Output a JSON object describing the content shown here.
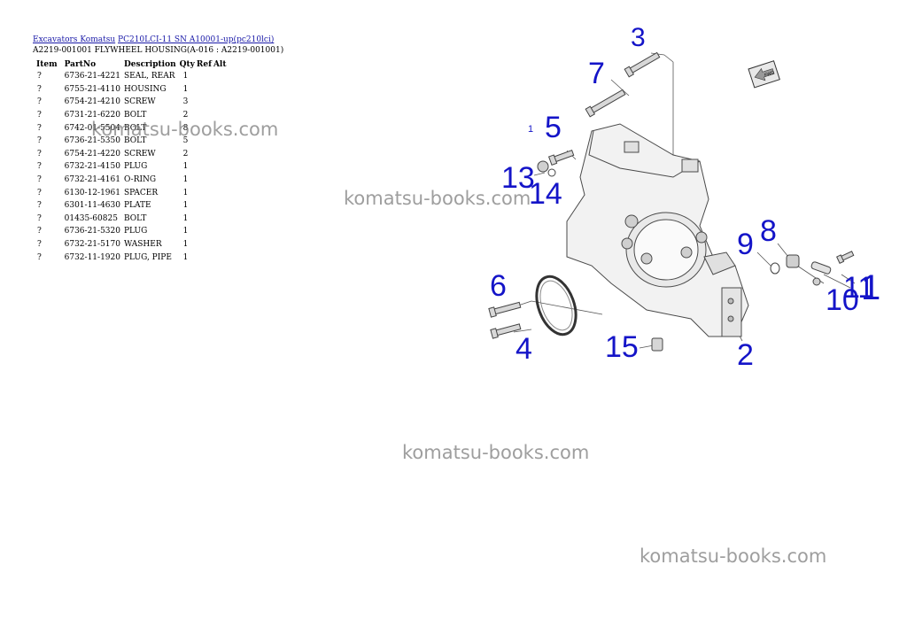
{
  "breadcrumb": {
    "links": [
      "Excavators Komatsu",
      "PC210LCI-11 SN A10001-up(pc210lci)"
    ]
  },
  "subtitle": "A2219-001001 FLYWHEEL HOUSING(A-016 : A2219-001001)",
  "table": {
    "headers": [
      "Item",
      "PartNo",
      "Description",
      "Qty",
      "Ref",
      "Alt"
    ],
    "rows": [
      {
        "item": "?",
        "part_no": "6736-21-4221",
        "description": "SEAL, REAR",
        "qty": "1"
      },
      {
        "item": "?",
        "part_no": "6755-21-4110",
        "description": "HOUSING",
        "qty": "1"
      },
      {
        "item": "?",
        "part_no": "6754-21-4210",
        "description": "SCREW",
        "qty": "3"
      },
      {
        "item": "?",
        "part_no": "6731-21-6220",
        "description": "BOLT",
        "qty": "2"
      },
      {
        "item": "?",
        "part_no": "6742-01-5504",
        "description": "BOLT",
        "qty": "8"
      },
      {
        "item": "?",
        "part_no": "6736-21-5350",
        "description": "BOLT",
        "qty": "5"
      },
      {
        "item": "?",
        "part_no": "6754-21-4220",
        "description": "SCREW",
        "qty": "2"
      },
      {
        "item": "?",
        "part_no": "6732-21-4150",
        "description": "PLUG",
        "qty": "1"
      },
      {
        "item": "?",
        "part_no": "6732-21-4161",
        "description": "O-RING",
        "qty": "1"
      },
      {
        "item": "?",
        "part_no": "6130-12-1961",
        "description": "SPACER",
        "qty": "1"
      },
      {
        "item": "?",
        "part_no": "6301-11-4630",
        "description": "PLATE",
        "qty": "1"
      },
      {
        "item": "?",
        "part_no": "01435-60825",
        "description": "BOLT",
        "qty": "1"
      },
      {
        "item": "?",
        "part_no": "6736-21-5320",
        "description": "PLUG",
        "qty": "1"
      },
      {
        "item": "?",
        "part_no": "6732-21-5170",
        "description": "WASHER",
        "qty": "1"
      },
      {
        "item": "?",
        "part_no": "6732-11-1920",
        "description": "PLUG, PIPE",
        "qty": "1"
      }
    ]
  },
  "watermarks": [
    "komatsu-books.com",
    "komatsu-books.com",
    "komatsu-books.com",
    "komatsu-books.com"
  ],
  "diagram": {
    "callouts": [
      "3",
      "7",
      "1",
      "5",
      "13",
      "14",
      "8",
      "9",
      "6",
      "11",
      "10",
      "1",
      "4",
      "15",
      "2"
    ],
    "fwd_label": "FWD"
  },
  "colors": {
    "link": "#1a1aa8",
    "callout": "#1414c8",
    "watermark": "#787878"
  }
}
